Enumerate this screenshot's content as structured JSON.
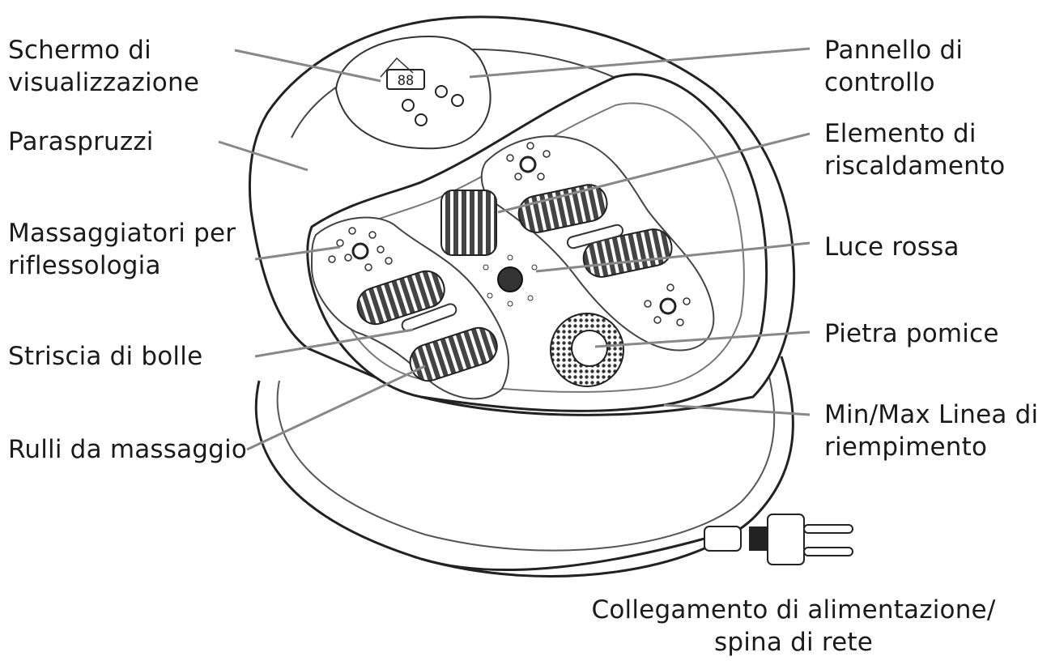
{
  "labels": {
    "display_screen": [
      "Schermo di",
      "visualizzazione"
    ],
    "splash_guard": [
      "Paraspruzzi"
    ],
    "reflexology": [
      "Massaggiatori per",
      "riflessologia"
    ],
    "bubble_strip": [
      "Striscia di bolle"
    ],
    "rollers": [
      "Rulli da massaggio"
    ],
    "control_panel": [
      "Pannello di",
      "controllo"
    ],
    "heating": [
      "Elemento di",
      "riscaldamento"
    ],
    "red_light": [
      "Luce rossa"
    ],
    "pumice": [
      "Pietra pomice"
    ],
    "fill_line": [
      "Min/Max Linea di",
      "riempimento"
    ],
    "power": [
      "Collegamento di alimentazione/",
      "spina di rete"
    ]
  },
  "display_digits": "88"
}
